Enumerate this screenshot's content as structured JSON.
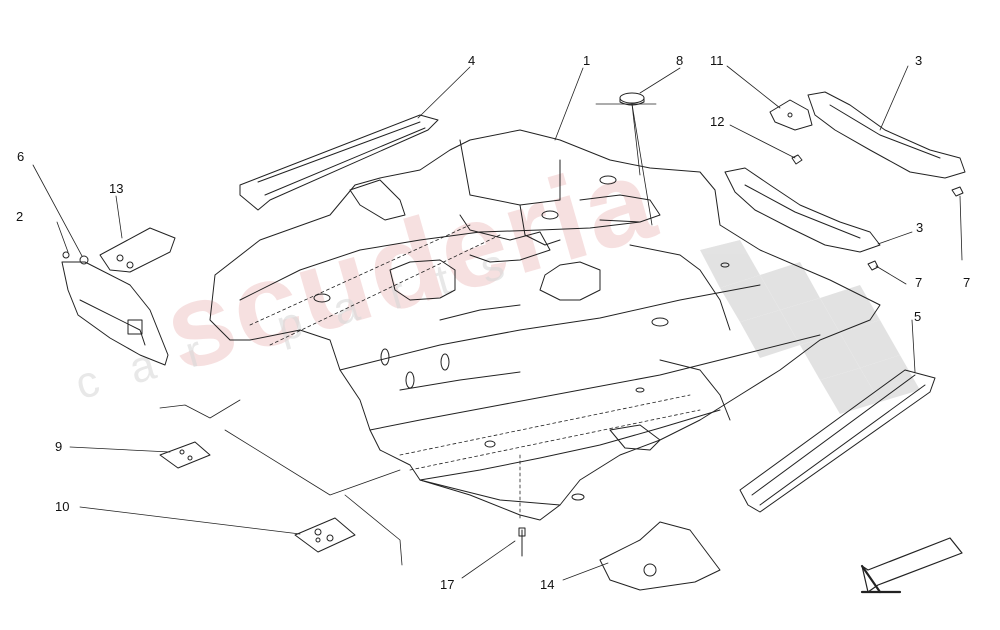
{
  "diagram": {
    "watermark_brand": "scuderia",
    "watermark_sub": "car parts",
    "callouts": [
      {
        "id": "c1",
        "text": "1"
      },
      {
        "id": "c2",
        "text": "2"
      },
      {
        "id": "c3a",
        "text": "3"
      },
      {
        "id": "c3b",
        "text": "3"
      },
      {
        "id": "c4",
        "text": "4"
      },
      {
        "id": "c5",
        "text": "5"
      },
      {
        "id": "c6",
        "text": "6"
      },
      {
        "id": "c7a",
        "text": "7"
      },
      {
        "id": "c7b",
        "text": "7"
      },
      {
        "id": "c8",
        "text": "8"
      },
      {
        "id": "c9",
        "text": "9"
      },
      {
        "id": "c10",
        "text": "10"
      },
      {
        "id": "c11",
        "text": "11"
      },
      {
        "id": "c12",
        "text": "12"
      },
      {
        "id": "c13",
        "text": "13"
      },
      {
        "id": "c14",
        "text": "14"
      },
      {
        "id": "c17",
        "text": "17"
      }
    ]
  }
}
